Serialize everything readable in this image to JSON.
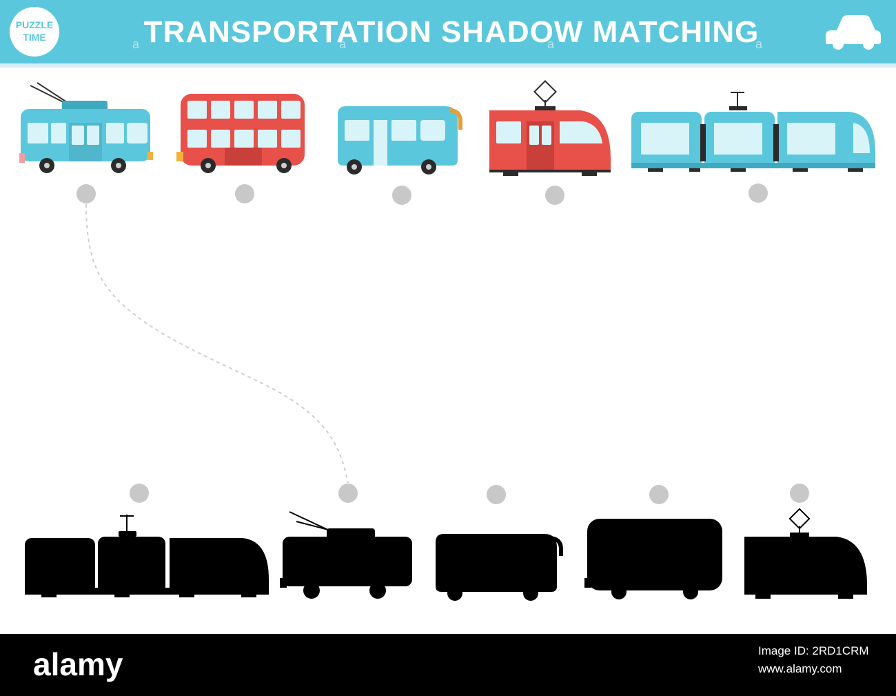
{
  "header": {
    "title": "TRANSPORTATION SHADOW MATCHING",
    "logo_line1": "PUZZLE",
    "logo_line2": "TIME",
    "corner_icon": "car-icon",
    "watermark_letter": "a"
  },
  "colors": {
    "header_bg": "#5bc7dc",
    "vehicle_blue": "#5bc7dc",
    "vehicle_red": "#e8504a",
    "window": "#d9f4f9",
    "dot": "#c8c8c8",
    "silhouette": "#000000",
    "footer_bg": "#000000"
  },
  "vehicles": [
    {
      "name": "trolleybus",
      "color": "blue",
      "icon": "trolleybus-icon"
    },
    {
      "name": "double-decker bus",
      "color": "red",
      "icon": "double-decker-bus-icon"
    },
    {
      "name": "bus",
      "color": "blue",
      "icon": "bus-icon"
    },
    {
      "name": "tram",
      "color": "red",
      "icon": "tram-icon"
    },
    {
      "name": "articulated tram",
      "color": "blue",
      "icon": "articulated-tram-icon"
    }
  ],
  "shadows": [
    {
      "name": "articulated tram shadow",
      "icon": "articulated-tram-shadow-icon"
    },
    {
      "name": "trolleybus shadow",
      "icon": "trolleybus-shadow-icon"
    },
    {
      "name": "bus shadow",
      "icon": "bus-shadow-icon"
    },
    {
      "name": "double-decker bus shadow",
      "icon": "double-decker-bus-shadow-icon"
    },
    {
      "name": "tram shadow",
      "icon": "tram-shadow-icon"
    }
  ],
  "solved_pairs": [
    {
      "vehicle": "trolleybus",
      "shadow": "trolleybus shadow"
    }
  ],
  "footer": {
    "brand": "alamy",
    "image_id": "Image ID: 2RD1CRM",
    "url": "www.alamy.com"
  }
}
